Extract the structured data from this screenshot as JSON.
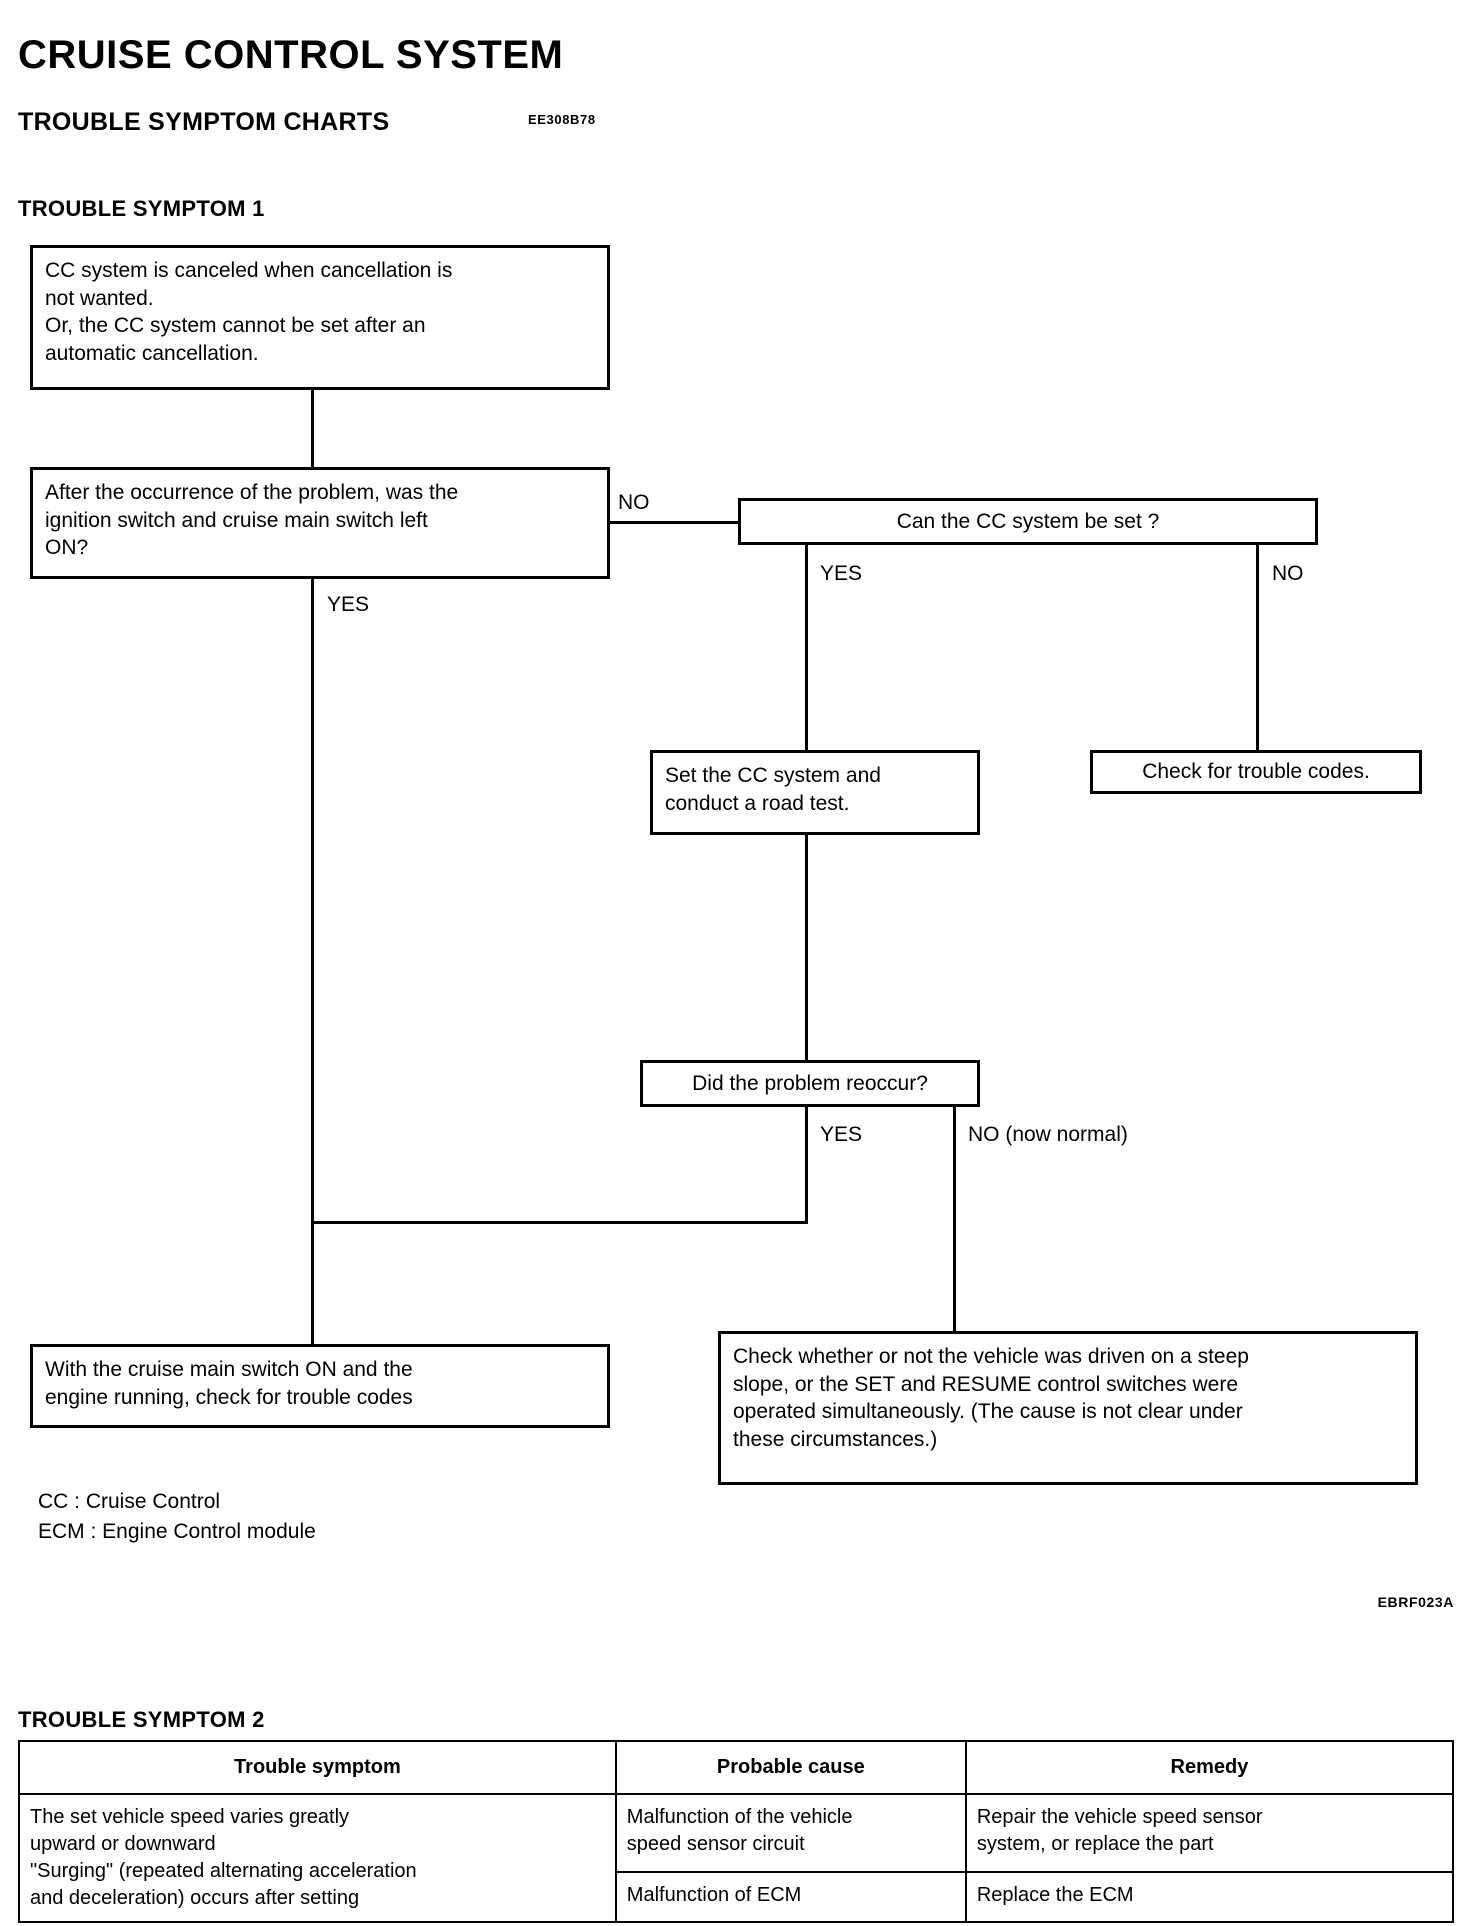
{
  "page": {
    "title": "CRUISE CONTROL SYSTEM",
    "charts_heading": "TROUBLE SYMPTOM CHARTS",
    "charts_ref_code": "EE308B78",
    "symptom1_heading": "TROUBLE SYMPTOM 1",
    "symptom2_heading": "TROUBLE SYMPTOM 2",
    "figure_code": "EBRF023A"
  },
  "flowchart": {
    "nodes": {
      "problem": "CC system is canceled when cancellation is\nnot wanted.\nOr, the CC system cannot be set after an\nautomatic cancellation.",
      "question_ignition": "After the occurrence of the problem, was the\nignition switch and cruise main switch left\nON?",
      "question_can_set": "Can the CC system be set ?",
      "road_test": "Set the CC system and\nconduct a road test.",
      "check_codes": "Check for trouble codes.",
      "question_reoccur": "Did the problem reoccur?",
      "check_codes_running": "With the cruise main switch ON and the\nengine running, check for trouble codes",
      "check_steep_slope": "Check whether or not the vehicle was driven on a steep\nslope, or the SET and RESUME control switches were\noperated simultaneously. (The cause is not clear under\nthese circumstances.)"
    },
    "edge_labels": {
      "ignition_no": "NO",
      "ignition_yes": "YES",
      "can_set_yes": "YES",
      "can_set_no": "NO",
      "reoccur_yes": "YES",
      "reoccur_no": "NO (now normal)"
    }
  },
  "legend": {
    "line1": "CC : Cruise Control",
    "line2": "ECM : Engine Control module"
  },
  "symptom2_table": {
    "headers": [
      "Trouble symptom",
      "Probable cause",
      "Remedy"
    ],
    "symptom_cell": "The set vehicle speed varies greatly\nupward or downward\n\"Surging\" (repeated alternating acceleration\nand deceleration) occurs after setting",
    "rows": [
      {
        "cause": "Malfunction of the vehicle\nspeed sensor circuit",
        "remedy": "Repair the vehicle speed sensor\nsystem, or replace the part"
      },
      {
        "cause": "Malfunction of ECM",
        "remedy": "Replace the ECM"
      }
    ]
  }
}
